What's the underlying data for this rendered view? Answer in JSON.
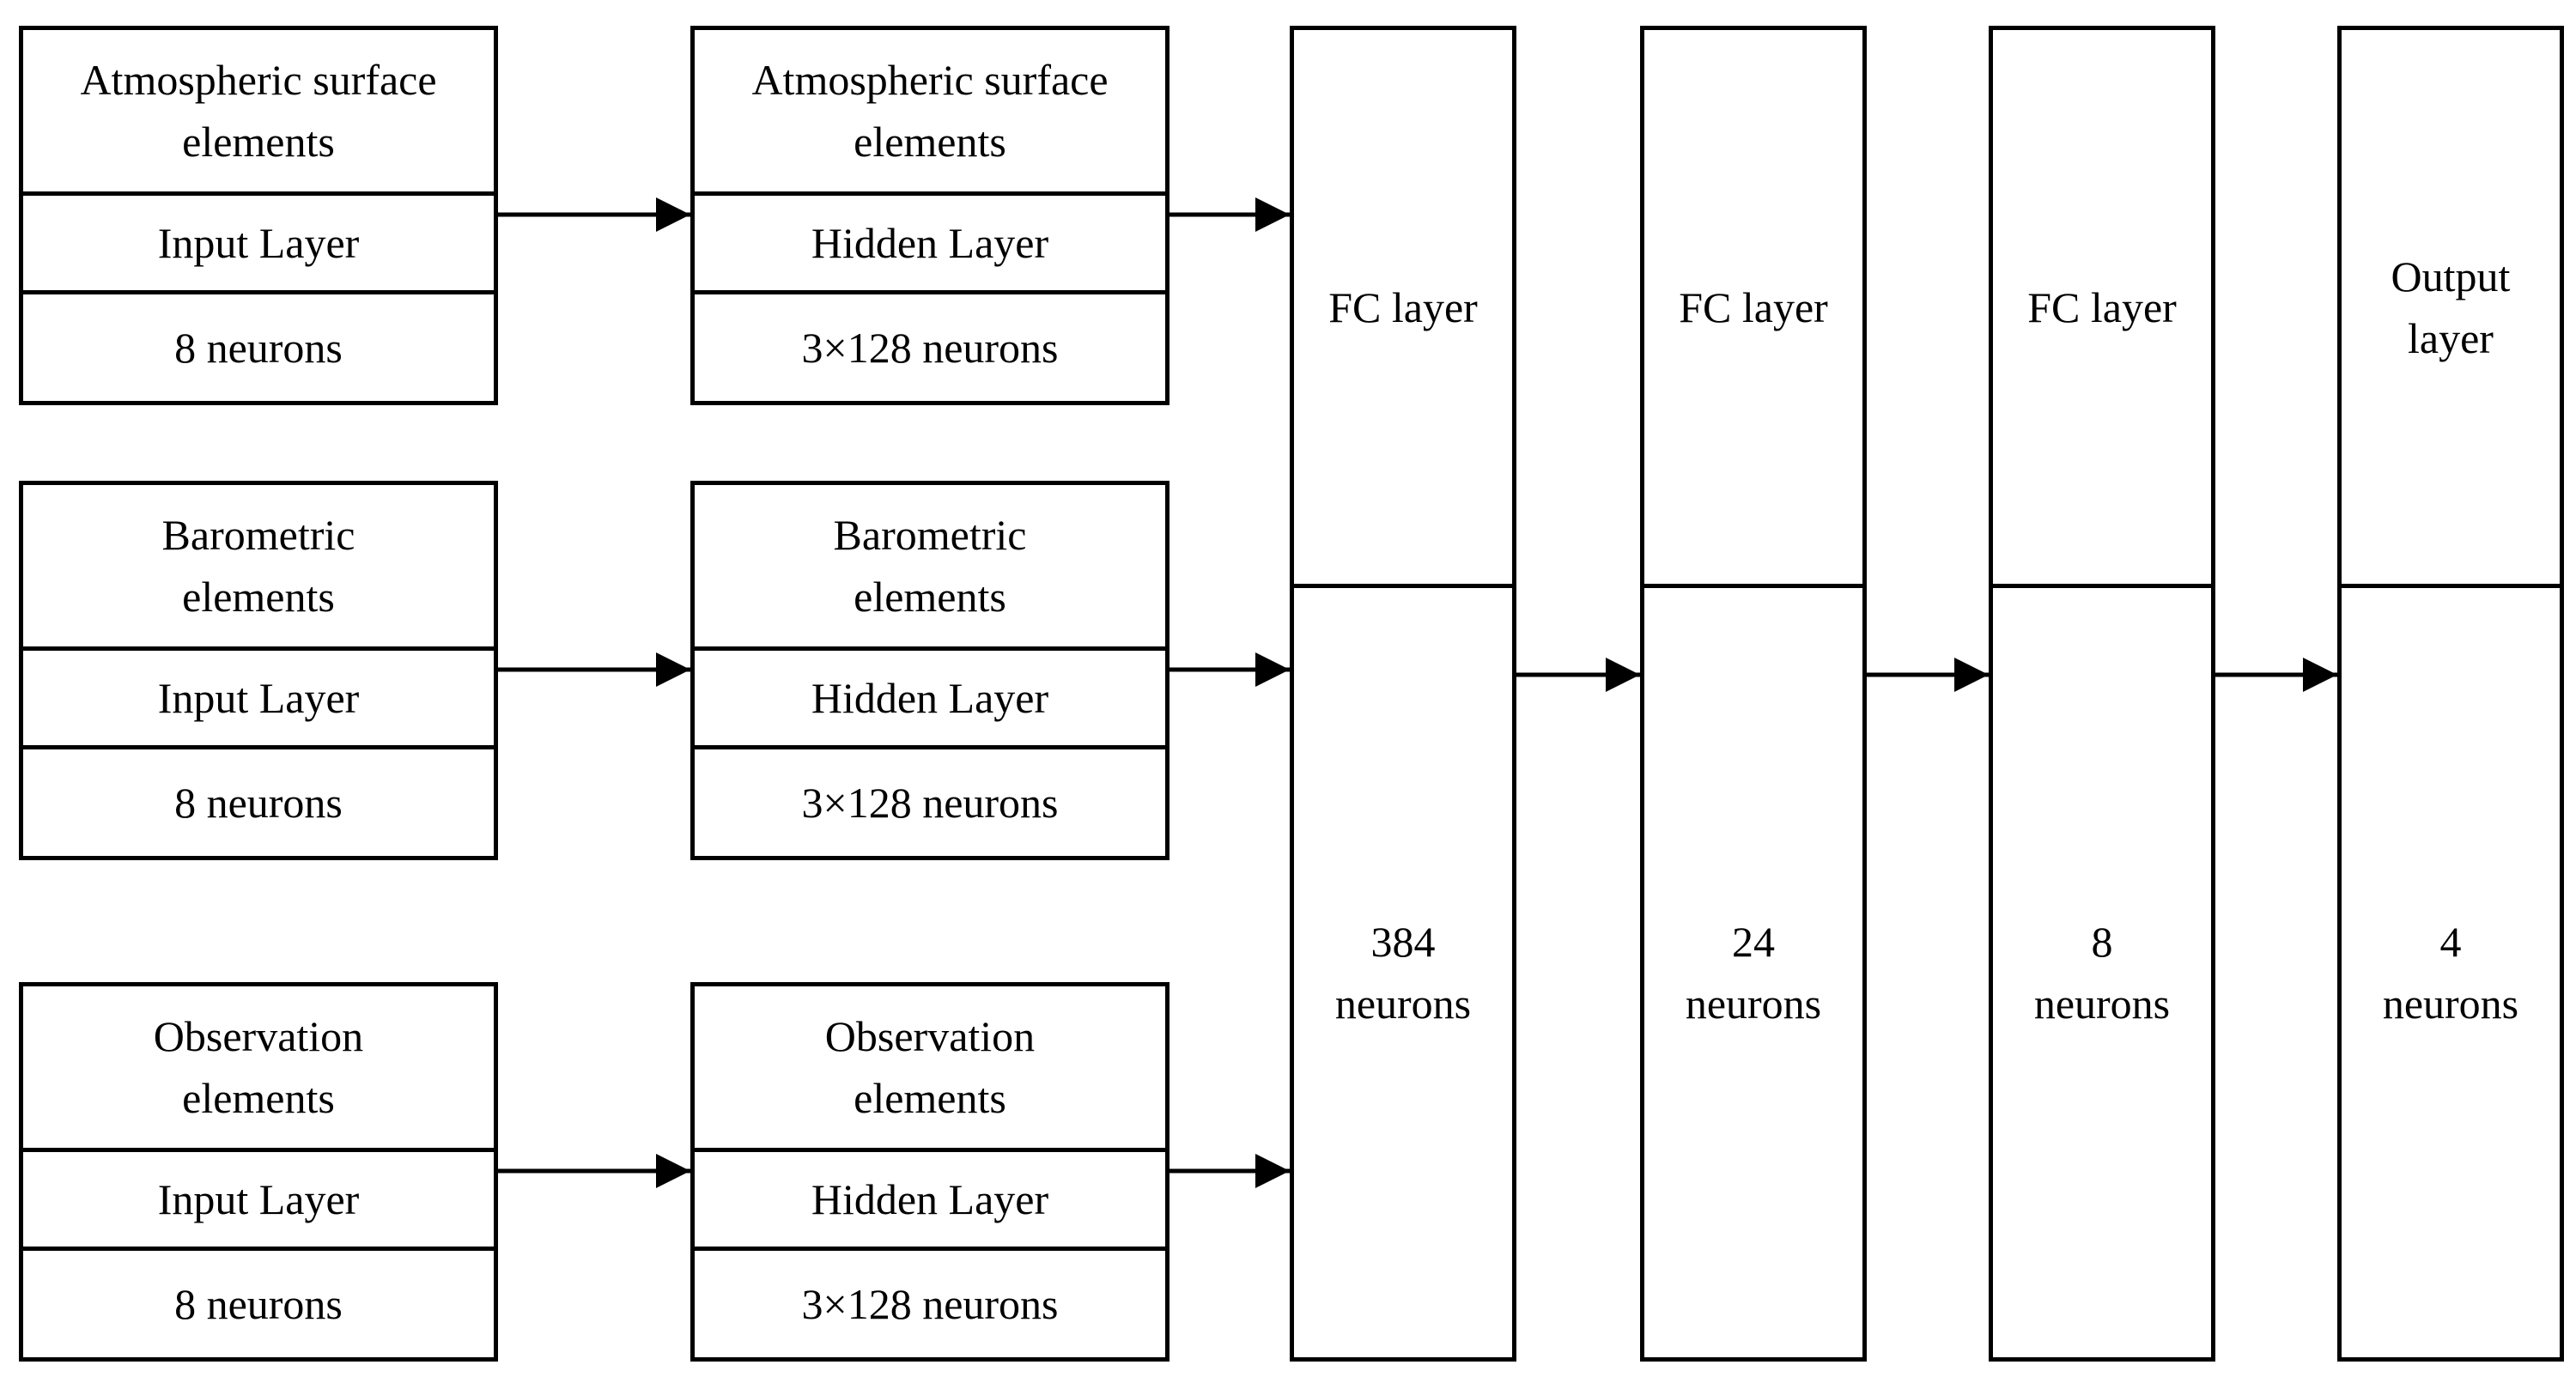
{
  "input_branches": [
    {
      "title_line1": "Atmospheric surface",
      "title_line2": "elements",
      "layer": "Input Layer",
      "neurons": "8 neurons"
    },
    {
      "title_line1": "Barometric",
      "title_line2": "elements",
      "layer": "Input Layer",
      "neurons": "8 neurons"
    },
    {
      "title_line1": "Observation",
      "title_line2": "elements",
      "layer": "Input Layer",
      "neurons": "8 neurons"
    }
  ],
  "hidden_branches": [
    {
      "title_line1": "Atmospheric surface",
      "title_line2": "elements",
      "layer": "Hidden Layer",
      "neurons": "3×128 neurons"
    },
    {
      "title_line1": "Barometric",
      "title_line2": "elements",
      "layer": "Hidden Layer",
      "neurons": "3×128 neurons"
    },
    {
      "title_line1": "Observation",
      "title_line2": "elements",
      "layer": "Hidden Layer",
      "neurons": "3×128 neurons"
    }
  ],
  "dense_layers": [
    {
      "name_line1": "FC layer",
      "name_line2": "",
      "count": "384",
      "unit": "neurons"
    },
    {
      "name_line1": "FC layer",
      "name_line2": "",
      "count": "24",
      "unit": "neurons"
    },
    {
      "name_line1": "FC layer",
      "name_line2": "",
      "count": "8",
      "unit": "neurons"
    },
    {
      "name_line1": "Output",
      "name_line2": "layer",
      "count": "4",
      "unit": "neurons"
    }
  ]
}
